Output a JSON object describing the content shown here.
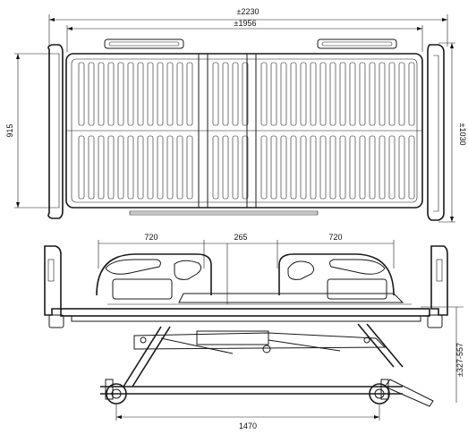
{
  "top_view": {
    "dims": {
      "overall_length": "±2230",
      "platform_length": "±1956",
      "inner_width": "915",
      "overall_width": "±1030"
    }
  },
  "side_view": {
    "dims": {
      "rail_left": "720",
      "rail_gap": "265",
      "rail_right": "720",
      "wheelbase": "1470",
      "height_range": "±327-557"
    }
  }
}
